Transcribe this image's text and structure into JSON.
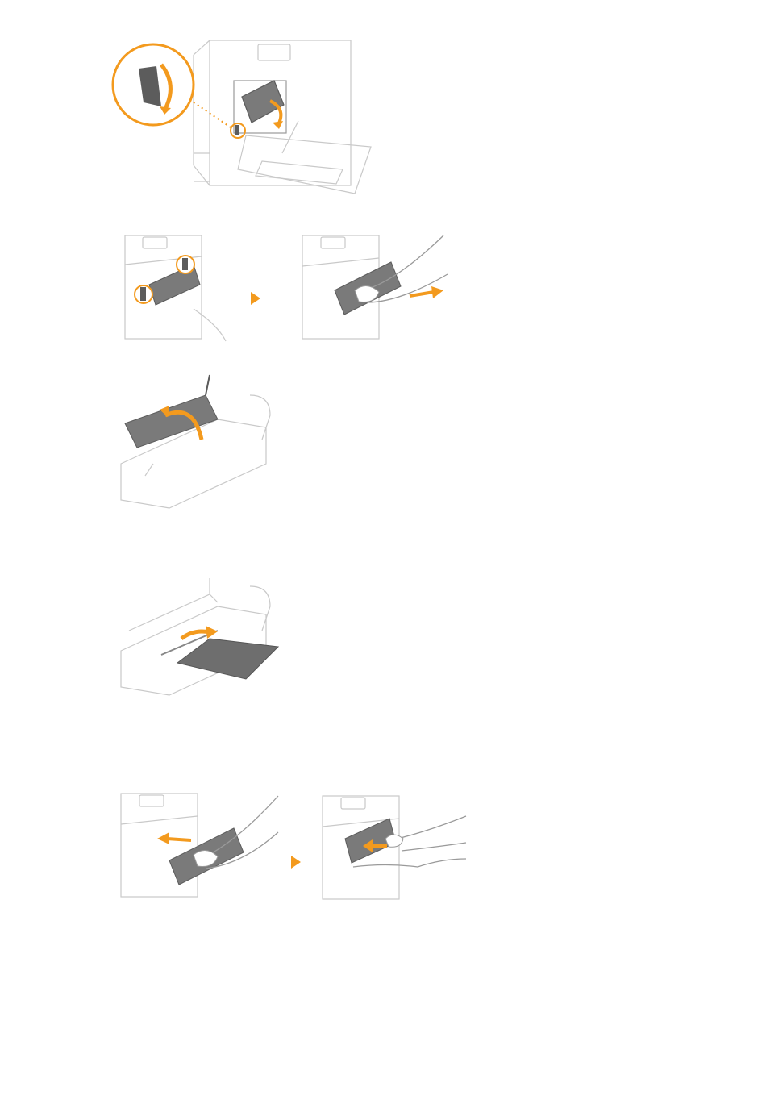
{
  "document": {
    "page_type": "manual-illustration-page",
    "colors": {
      "accent": "#F39A1E",
      "line": "#9a9a9a",
      "light_line": "#c9c9c9",
      "part_fill": "#5c5c5c",
      "paper": "#6e6e6e"
    },
    "figures": [
      {
        "id": "fig-1",
        "subject": "printer-side-door-open-lever"
      },
      {
        "id": "fig-2a",
        "subject": "fixing-unit-levers-marked"
      },
      {
        "id": "fig-2b",
        "subject": "pull-out-fixing-unit"
      },
      {
        "id": "fig-3",
        "subject": "open-fixing-unit-cover"
      },
      {
        "id": "fig-4",
        "subject": "remove-jammed-paper"
      },
      {
        "id": "fig-5a",
        "subject": "insert-fixing-unit"
      },
      {
        "id": "fig-5b",
        "subject": "push-fixing-unit-in"
      }
    ],
    "step_arrows": [
      {
        "id": "arrow-step-2"
      },
      {
        "id": "arrow-step-5"
      }
    ]
  }
}
